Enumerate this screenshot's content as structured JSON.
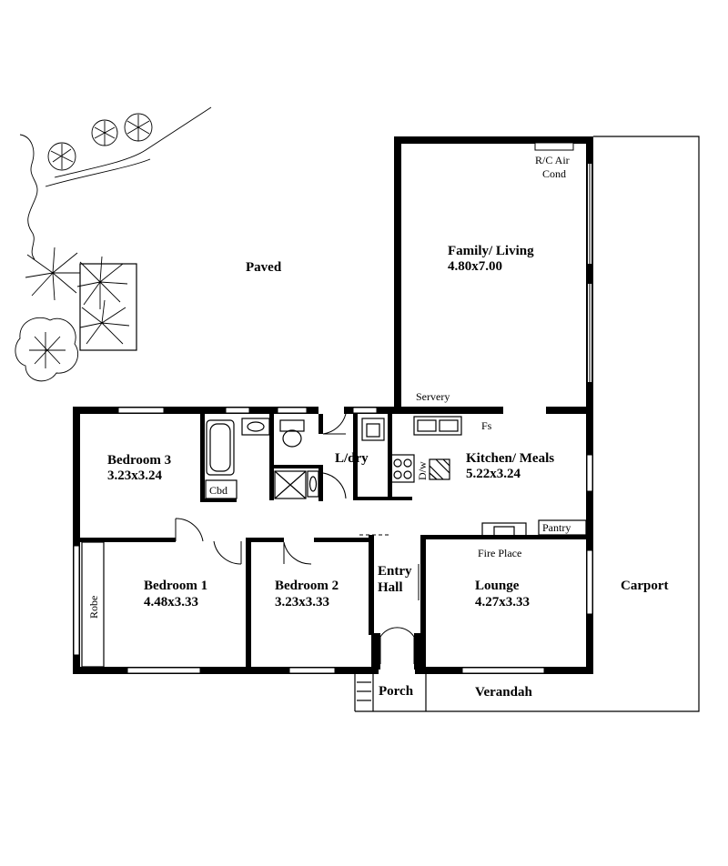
{
  "labels": {
    "paved": "Paved",
    "family_living": "Family/ Living",
    "family_living_size": "4.80x7.00",
    "rc_air": "R/C Air",
    "cond": "Cond",
    "servery": "Servery",
    "fs": "Fs",
    "bedroom3": "Bedroom 3",
    "bedroom3_size": "3.23x3.24",
    "ldry": "L/dry",
    "kitchen_meals": "Kitchen/ Meals",
    "kitchen_meals_size": "5.22x3.24",
    "dw": "D/w",
    "cbd": "Cbd",
    "pantry": "Pantry",
    "fire_place": "Fire Place",
    "bedroom1": "Bedroom 1",
    "bedroom1_size": "4.48x3.33",
    "robe": "Robe",
    "bedroom2": "Bedroom 2",
    "bedroom2_size": "3.23x3.33",
    "entry": "Entry",
    "hall": "Hall",
    "lounge": "Lounge",
    "lounge_size": "4.27x3.33",
    "carport": "Carport",
    "porch": "Porch",
    "verandah": "Verandah"
  }
}
